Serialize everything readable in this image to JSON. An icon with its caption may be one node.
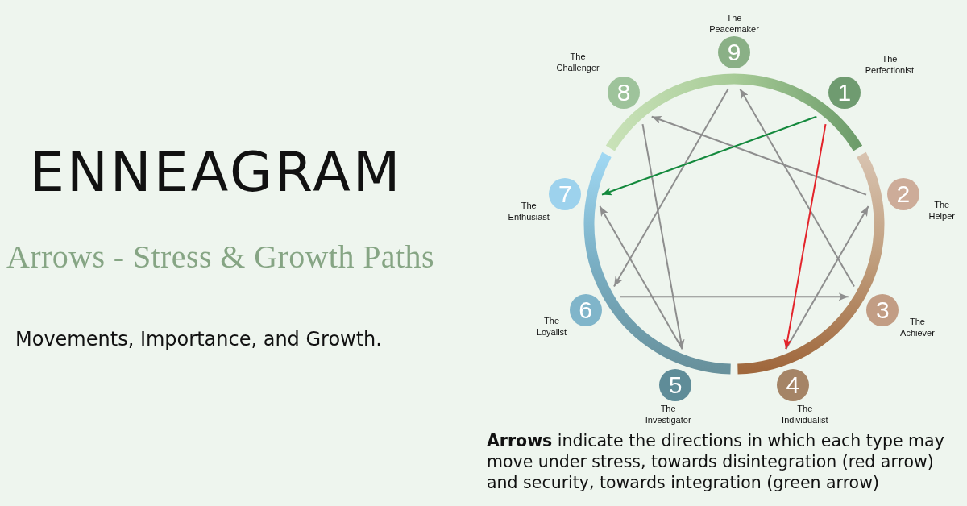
{
  "diagram": {
    "title": "ENNEAGRAM",
    "nodes": [
      {
        "text": [
          "1"
        ],
        "beside": [
          "The Perfectionist"
        ]
      },
      {
        "text": [
          "2"
        ],
        "beside": [
          "The Helper"
        ]
      },
      {
        "text": [
          "3"
        ],
        "beside": [
          "The Achiever"
        ]
      },
      {
        "text": [
          "4"
        ],
        "beside": [
          "The Individualist"
        ]
      },
      {
        "text": [
          "5"
        ],
        "beside": [
          "The Investigator"
        ]
      },
      {
        "text": [
          "6"
        ],
        "beside": [
          "The Loyalist"
        ]
      },
      {
        "text": [
          "7"
        ],
        "beside": [
          "The Enthusiast"
        ]
      },
      {
        "text": [
          "8"
        ],
        "beside": [
          "The Challenger"
        ]
      },
      {
        "text": [
          "9"
        ],
        "beside": [
          "The Peacemaker"
        ]
      }
    ],
    "edges": [
      {
        "from": 1,
        "to": 7,
        "arrow": "to"
      },
      {
        "from": 2,
        "to": 8,
        "arrow": "to"
      },
      {
        "from": 3,
        "to": 1,
        "arrow": "to"
      },
      {
        "from": 4,
        "to": 6,
        "arrow": "to"
      },
      {
        "from": 5,
        "to": 2,
        "arrow": "to"
      },
      {
        "from": 7,
        "to": 4,
        "arrow": "to"
      },
      {
        "from": 8,
        "to": 5,
        "arrow": "to"
      },
      {
        "from": 0,
        "to": 3,
        "arrow": "to",
        "color": "#e3242b"
      },
      {
        "from": 0,
        "to": 6,
        "arrow": "to",
        "color": "#13893c"
      }
    ],
    "labels": [
      "Arrows - Stress & Growth Paths",
      "Movements, Importance, and Growth.",
      "**Arrows** indicate the directions in which each type may move under stress, towards disintegration (red arrow) and security, towards integration (green arrow)"
    ]
  }
}
